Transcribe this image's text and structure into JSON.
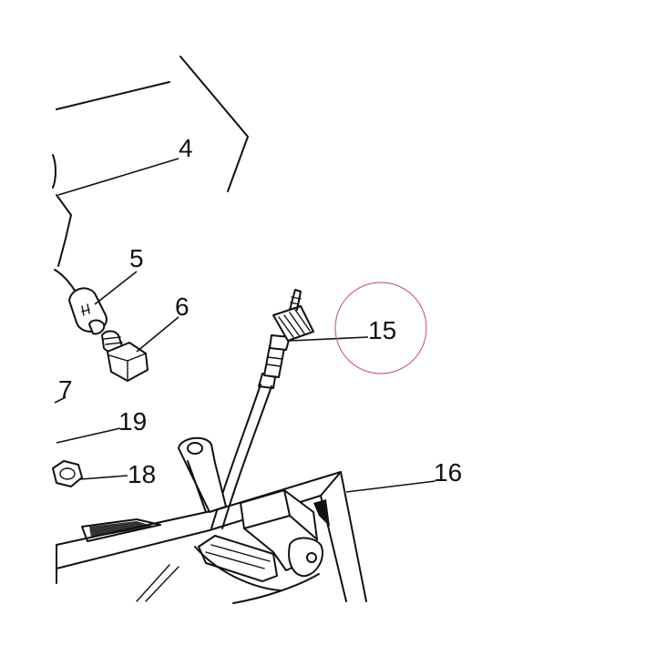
{
  "colors": {
    "ink": "#111111",
    "background": "#ffffff",
    "highlight_circle": "#c0505a"
  },
  "callouts": [
    {
      "id": "4",
      "label": "4"
    },
    {
      "id": "5",
      "label": "5"
    },
    {
      "id": "6",
      "label": "6"
    },
    {
      "id": "7",
      "label": "7"
    },
    {
      "id": "19",
      "label": "19"
    },
    {
      "id": "18",
      "label": "18"
    },
    {
      "id": "15",
      "label": "15",
      "highlighted": true
    },
    {
      "id": "16",
      "label": "16"
    }
  ]
}
